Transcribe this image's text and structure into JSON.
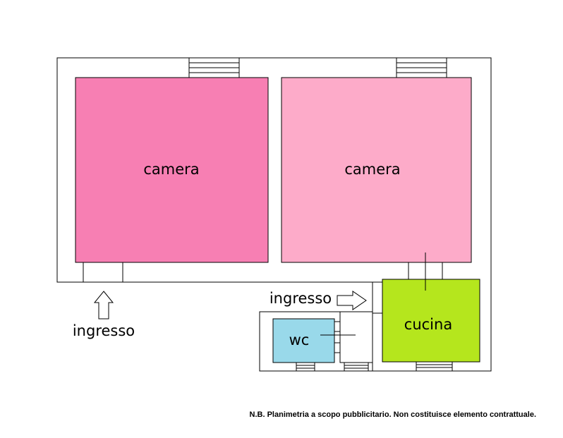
{
  "rooms": {
    "camera_left": {
      "label": "camera",
      "color": "#f77fb3"
    },
    "camera_right": {
      "label": "camera",
      "color": "#fdabc9"
    },
    "cucina": {
      "label": "cucina",
      "color": "#b5e61d"
    },
    "wc": {
      "label": "wc",
      "color": "#99d9ea"
    }
  },
  "entrances": {
    "main": {
      "label": "ingresso"
    },
    "side": {
      "label": "ingresso"
    }
  },
  "note": "N.B. Planimetria a scopo pubblicitario. Non costituisce elemento contrattuale."
}
